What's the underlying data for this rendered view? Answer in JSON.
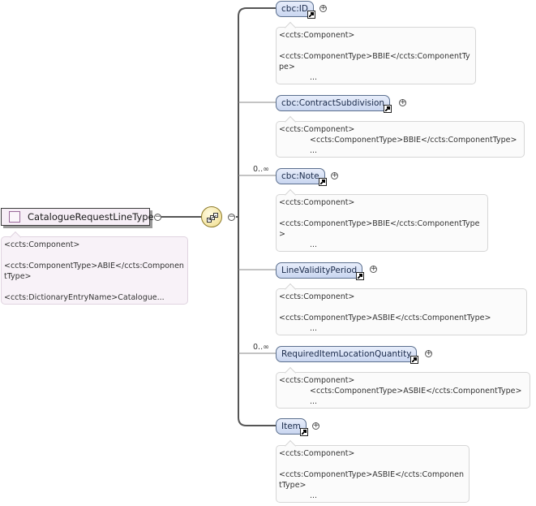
{
  "root": {
    "name": "CatalogueRequestLineType",
    "annotation": [
      "<ccts:Component>",
      "",
      "<ccts:ComponentType>ABIE</ccts:Componen",
      "tType>",
      "",
      "<ccts:DictionaryEntryName>Catalogue..."
    ]
  },
  "compositor": {
    "icon": "sequence-icon"
  },
  "elements": [
    {
      "name": "cbc:ID",
      "cardinality": "",
      "annotation": [
        "<ccts:Component>",
        "",
        "<ccts:ComponentType>BBIE</ccts:ComponentTy",
        "pe>",
        "..."
      ]
    },
    {
      "name": "cbc:ContractSubdivision",
      "cardinality": "",
      "annotation": [
        "<ccts:Component>",
        "<ccts:ComponentType>BBIE</ccts:ComponentType>",
        "..."
      ]
    },
    {
      "name": "cbc:Note",
      "cardinality": "0..∞",
      "annotation": [
        "<ccts:Component>",
        "",
        "<ccts:ComponentType>BBIE</ccts:ComponentType",
        ">",
        "..."
      ]
    },
    {
      "name": "LineValidityPeriod",
      "cardinality": "",
      "annotation": [
        "<ccts:Component>",
        "",
        "<ccts:ComponentType>ASBIE</ccts:ComponentType>",
        "..."
      ]
    },
    {
      "name": "RequiredItemLocationQuantity",
      "cardinality": "0..∞",
      "annotation": [
        "<ccts:Component>",
        "<ccts:ComponentType>ASBIE</ccts:ComponentType>",
        "..."
      ]
    },
    {
      "name": "Item",
      "cardinality": "",
      "annotation": [
        "<ccts:Component>",
        "",
        "<ccts:ComponentType>ASBIE</ccts:Componen",
        "tType>",
        "..."
      ]
    }
  ],
  "symbols": {
    "expand": "+",
    "collapse": "−"
  }
}
